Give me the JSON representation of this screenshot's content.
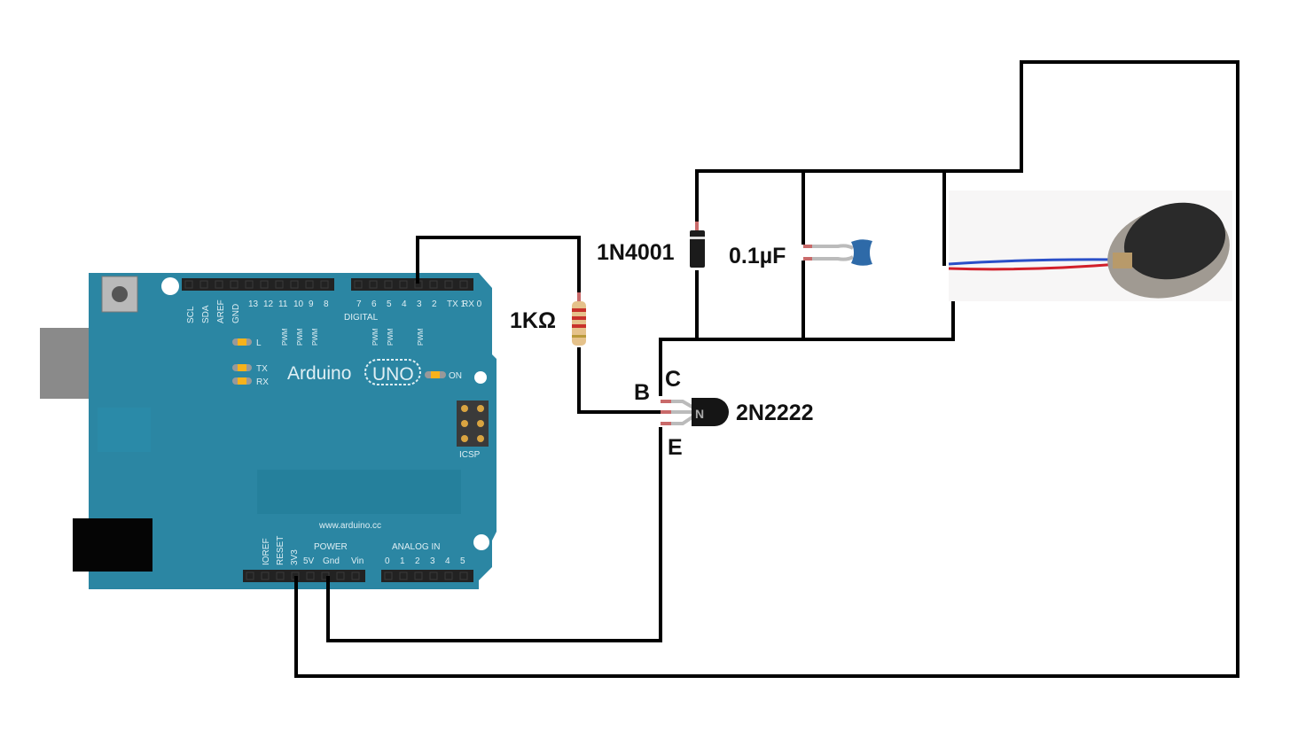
{
  "board": {
    "name": "Arduino",
    "model": "UNO",
    "website": "www.arduino.cc",
    "digital_label": "DIGITAL",
    "power_label": "POWER",
    "analog_label": "ANALOG IN",
    "icsp_label": "ICSP",
    "led_labels": {
      "l": "L",
      "tx": "TX",
      "rx": "RX",
      "on": "ON"
    },
    "top_pins_left": [
      "SCL",
      "SDA",
      "AREF",
      "GND",
      "13",
      "12",
      "11",
      "10",
      "9",
      "8"
    ],
    "top_pins_right": [
      "7",
      "6",
      "5",
      "4",
      "3",
      "2",
      "TX 1",
      "RX 0"
    ],
    "pwm_label": "PWM",
    "power_pins": [
      "IOREF",
      "RESET",
      "3V3",
      "5V",
      "Gnd",
      "Vin"
    ],
    "analog_pins": [
      "0",
      "1",
      "2",
      "3",
      "4",
      "5"
    ],
    "color": "#2b86a3"
  },
  "components": {
    "resistor": "1KΩ",
    "diode": "1N4001",
    "capacitor": "0.1µF",
    "transistor": "2N2222",
    "transistor_mark": "N",
    "pin_base": "B",
    "pin_collector": "C",
    "pin_emitter": "E",
    "motor": "vibration-motor"
  }
}
